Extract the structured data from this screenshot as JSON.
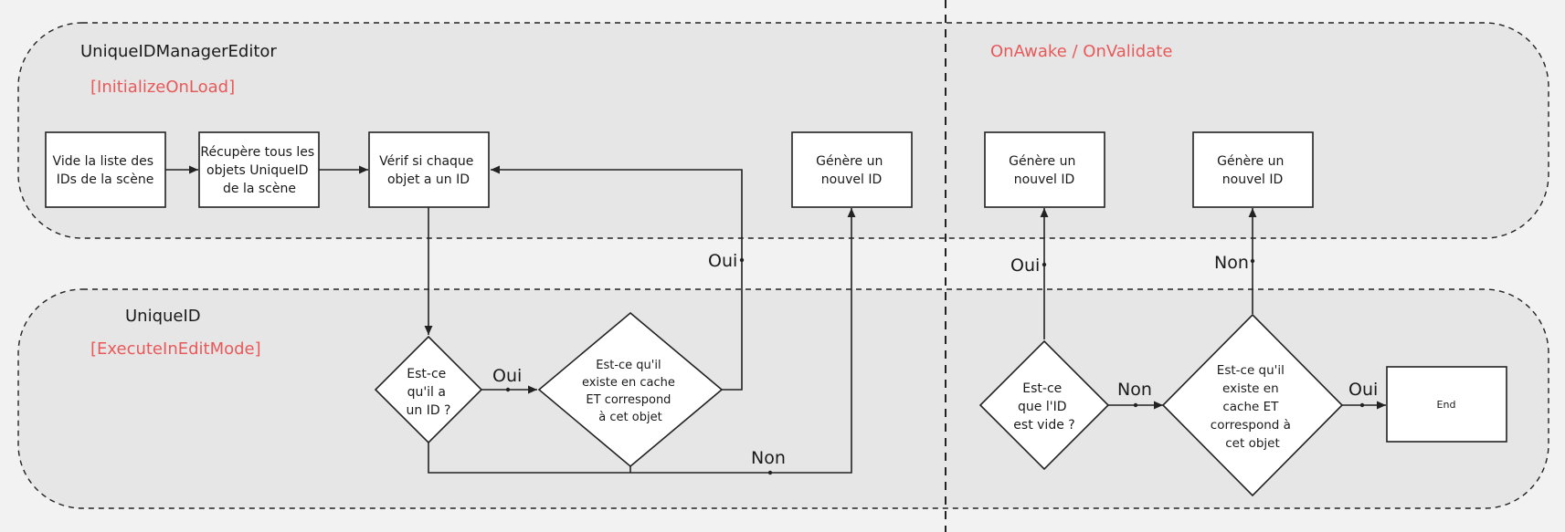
{
  "colors": {
    "background": "#f2f2f2",
    "region_fill": "#e6e6e6",
    "stroke": "#222222",
    "accent_red": "#e8595a"
  },
  "regions": {
    "top_left": {
      "title": "UniqueIDManagerEditor",
      "attribute": "[InitializeOnLoad]"
    },
    "top_right": {
      "title": "OnAwake / OnValidate"
    },
    "bottom_left": {
      "title": "UniqueID",
      "attribute": "[ExecuteInEditMode]"
    }
  },
  "nodes": {
    "clear_list": [
      "Vide la liste des",
      "IDs de la scène"
    ],
    "get_objects": [
      "Récupère tous les",
      "objets UniqueID",
      "de la scène"
    ],
    "check_each": [
      "Vérif si chaque",
      "objet a un ID"
    ],
    "gen_id_1": [
      "Génère un",
      "nouvel ID"
    ],
    "gen_id_2": [
      "Génère un",
      "nouvel ID"
    ],
    "gen_id_3": [
      "Génère un",
      "nouvel ID"
    ],
    "has_id": [
      "Est-ce",
      "qu'il a",
      "un ID ?"
    ],
    "in_cache_1": [
      "Est-ce qu'il",
      "existe en cache",
      "ET correspond",
      "à cet objet"
    ],
    "is_empty": [
      "Est-ce",
      "que l'ID",
      "est vide ?"
    ],
    "in_cache_2": [
      "Est-ce qu'il",
      "existe en",
      "cache ET",
      "correspond à",
      "cet objet"
    ],
    "end": "End"
  },
  "edge_labels": {
    "has_id_yes": "Oui",
    "cache1_yes": "Oui",
    "cache1_no": "Non",
    "empty_yes": "Oui",
    "empty_no": "Non",
    "cache2_no": "Non",
    "cache2_yes": "Oui"
  }
}
